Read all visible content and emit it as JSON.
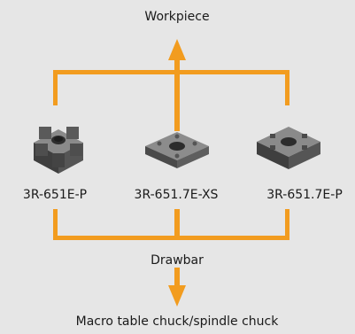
{
  "colors": {
    "background": "#e6e6e6",
    "connector": "#f29c1f",
    "text": "#1a1a1a",
    "part_dark": "#4a4a4a",
    "part_mid": "#707070",
    "part_light": "#9a9a9a"
  },
  "labels": {
    "top": "Workpiece",
    "middle": "Drawbar",
    "bottom": "Macro table chuck/spindle chuck"
  },
  "components": [
    {
      "name": "3R-651E-P",
      "icon": "pallet-block-icon"
    },
    {
      "name": "3R-651.7E-XS",
      "icon": "flat-pallet-icon"
    },
    {
      "name": "3R-651.7E-P",
      "icon": "square-pallet-icon"
    }
  ]
}
